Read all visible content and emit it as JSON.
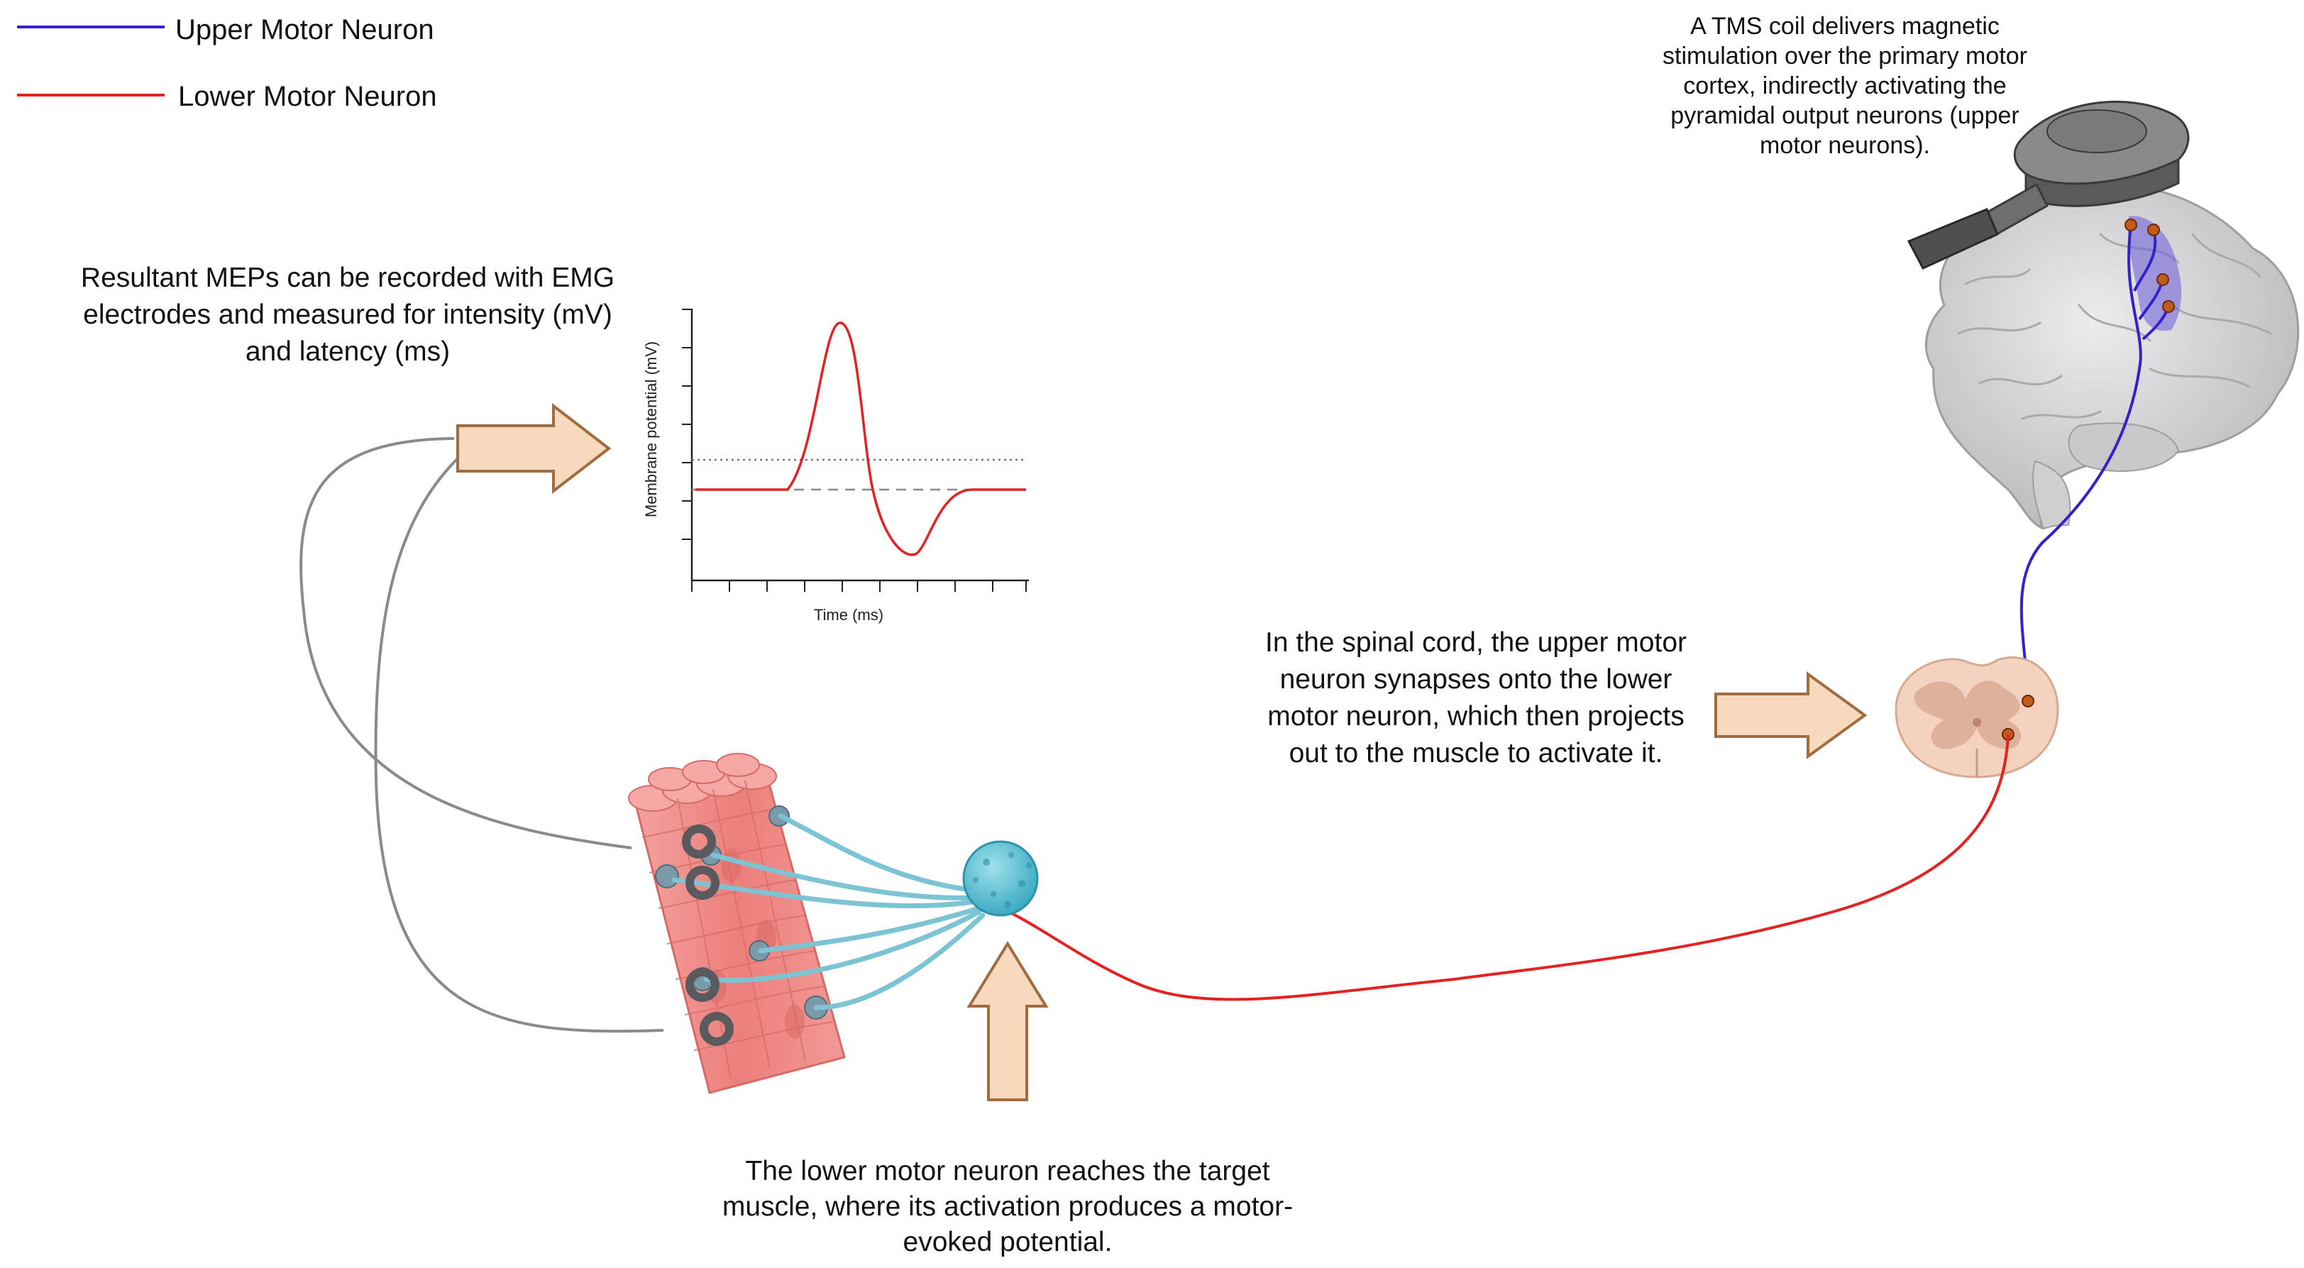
{
  "legend": {
    "upper": {
      "label": "Upper Motor Neuron",
      "color": "#3322cc"
    },
    "lower": {
      "label": "Lower Motor Neuron",
      "color": "#e52222"
    }
  },
  "annotations": {
    "tms": "A TMS coil delivers magnetic stimulation over the primary motor cortex, indirectly activating the pyramidal output neurons (upper motor neurons).",
    "mep": "Resultant MEPs can be recorded with EMG electrodes and measured for intensity (mV) and latency (ms)",
    "spinal": "In the spinal cord, the upper motor neuron synapses onto the lower motor neuron, which then projects out to the muscle to activate it.",
    "muscle": "The lower motor neuron reaches the target muscle, where its activation produces a motor-evoked potential."
  },
  "graph": {
    "xlabel": "Time (ms)",
    "ylabel": "Membrane potential (mV)",
    "trace_color": "#e52222"
  },
  "colors": {
    "arrow_fill": "#f7d9bd",
    "arrow_stroke": "#a06c40",
    "muscle": "#ee8a86",
    "neuron_body": "#5bbfd3",
    "spinal_cord": "#f1cdb8",
    "brain": "#d7d7d9",
    "coil": "#6e6e6e"
  },
  "icons": [
    "tms-coil-icon",
    "brain-icon",
    "spinal-cord-icon",
    "muscle-fiber-icon",
    "motor-neuron-icon",
    "emg-electrode-icon"
  ]
}
